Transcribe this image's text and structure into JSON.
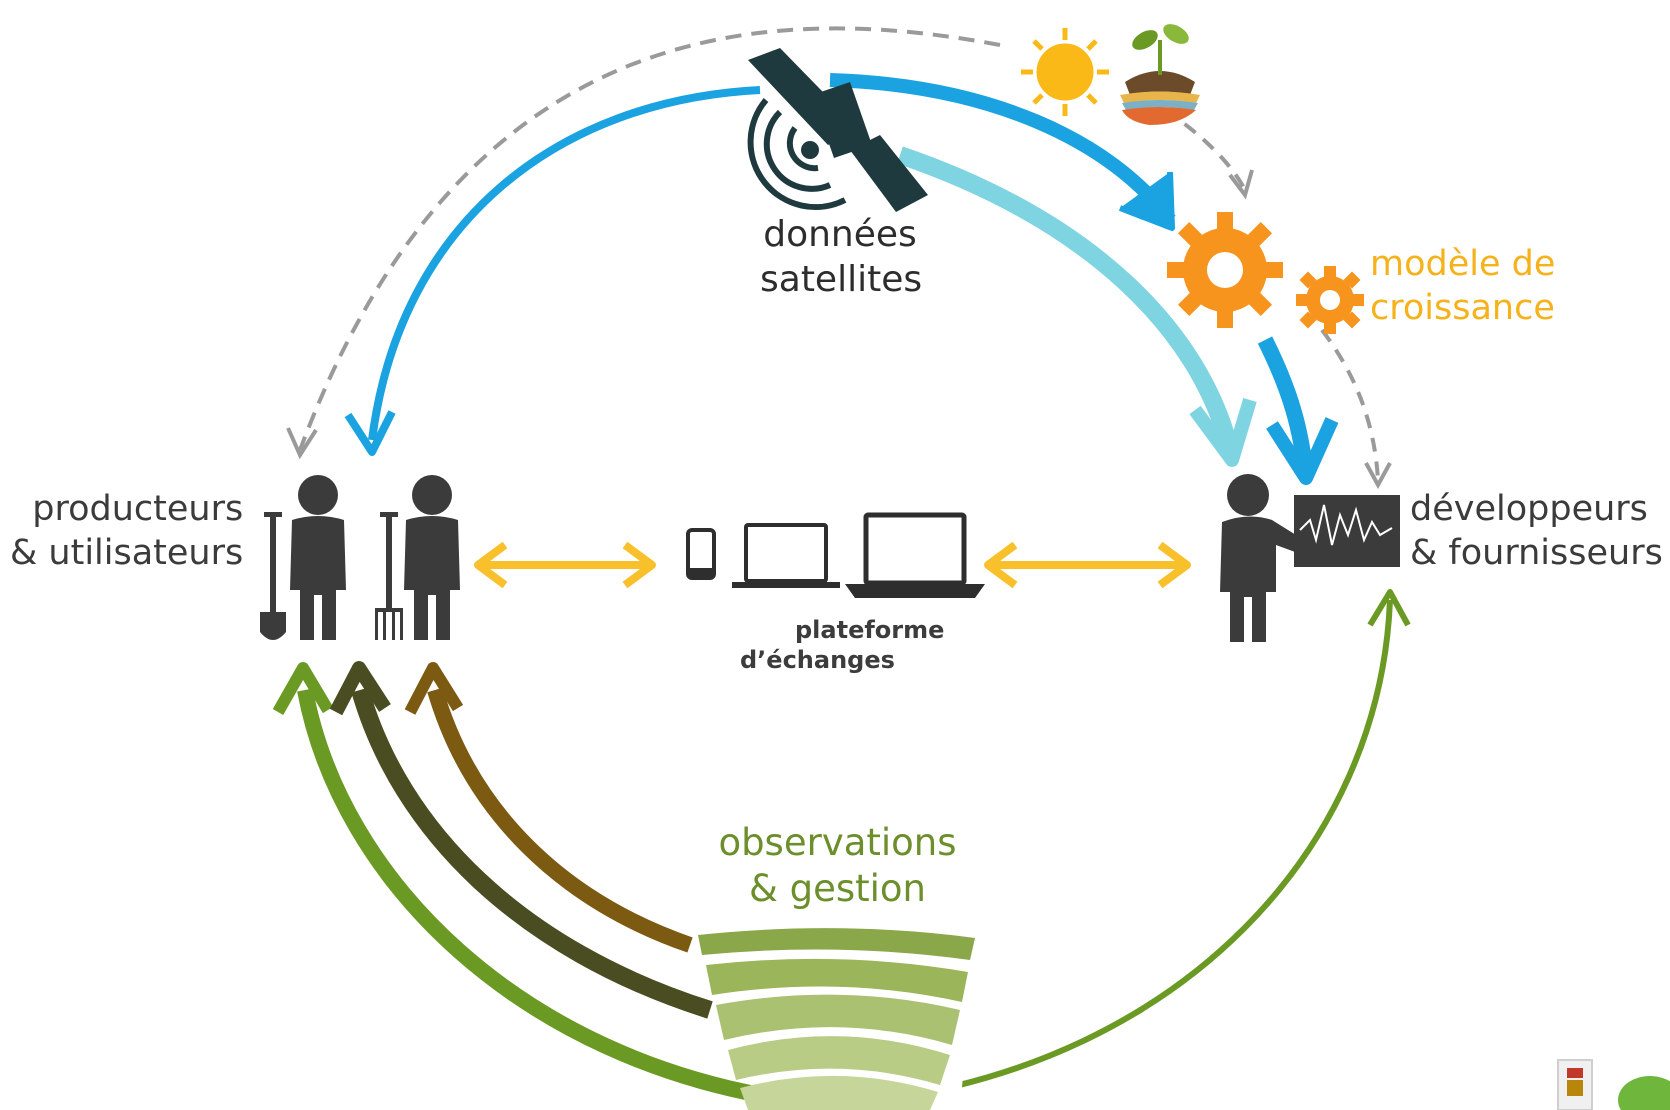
{
  "satellite": {
    "line1": "données",
    "line2": "satellites",
    "icon": "satellite-icon"
  },
  "growth_model": {
    "line1": "modèle de",
    "line2": "croissance",
    "icon": "gears-icon"
  },
  "producers": {
    "line1": "producteurs",
    "line2": "& utilisateurs",
    "icon": "farmer-icon"
  },
  "developers": {
    "line1": "développeurs",
    "line2": "& fournisseurs",
    "icon": "presenter-icon"
  },
  "platform": {
    "line1": "plateforme",
    "line2": "d’échanges",
    "icons": [
      "phone-icon",
      "tablet-icon",
      "laptop-icon"
    ]
  },
  "observations": {
    "line1": "observations",
    "line2": "& gestion",
    "icon": "field-icon"
  },
  "colors": {
    "blue": "#1aa3e0",
    "light_blue": "#7fd4e2",
    "orange": "#f7941d",
    "yellow": "#f8c12c",
    "green": "#6b9a24",
    "dark_green": "#4a4d22",
    "brown": "#7c5a12",
    "gray_dashed": "#9a9a9a",
    "dark": "#3b3b3b"
  }
}
